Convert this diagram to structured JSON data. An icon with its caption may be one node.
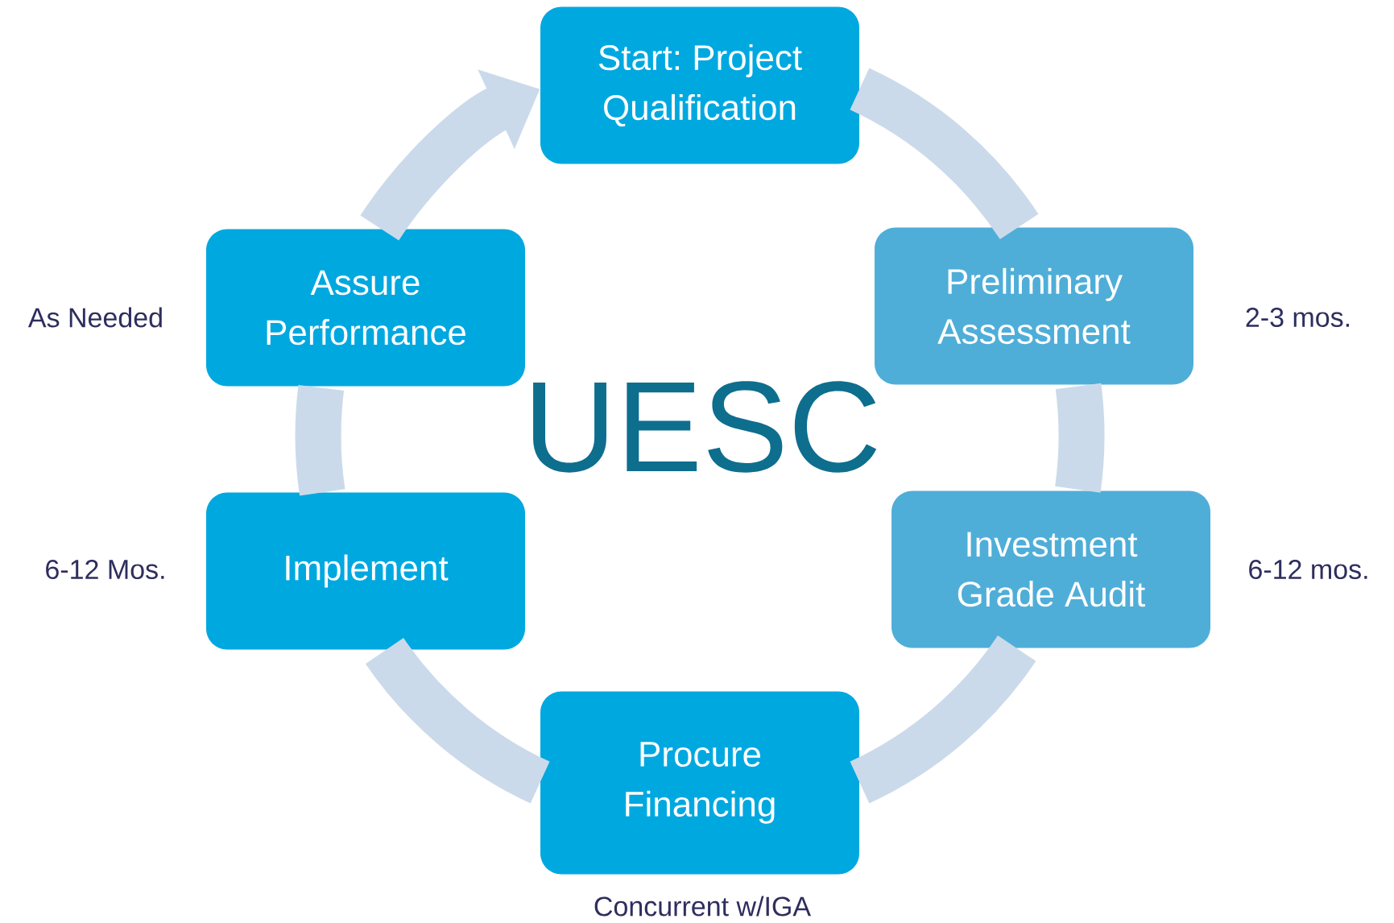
{
  "diagram": {
    "nodes": [
      {
        "text": [
          "Start: Project Qualification"
        ]
      },
      {
        "text": [
          "Preliminary Assessment"
        ],
        "beside": [
          "2-3 mos."
        ]
      },
      {
        "text": [
          "Investment Grade Audit"
        ],
        "beside": [
          "6-12 mos."
        ]
      },
      {
        "text": [
          "Procure Financing"
        ],
        "beside": [
          "Concurrent w/IGA"
        ]
      },
      {
        "text": [
          "Implement"
        ],
        "beside": [
          "6-12 Mos."
        ]
      },
      {
        "text": [
          "Assure Performance"
        ],
        "beside": [
          "As Needed"
        ]
      }
    ],
    "edges": [
      {
        "from": 0,
        "to": 1,
        "arrow": "none"
      },
      {
        "from": 1,
        "to": 2,
        "arrow": "none"
      },
      {
        "from": 2,
        "to": 3,
        "arrow": "none"
      },
      {
        "from": 3,
        "to": 4,
        "arrow": "none"
      },
      {
        "from": 4,
        "to": 5,
        "arrow": "none"
      },
      {
        "from": 5,
        "to": 0,
        "arrow": "to"
      }
    ],
    "labels": [
      "UESC"
    ]
  }
}
